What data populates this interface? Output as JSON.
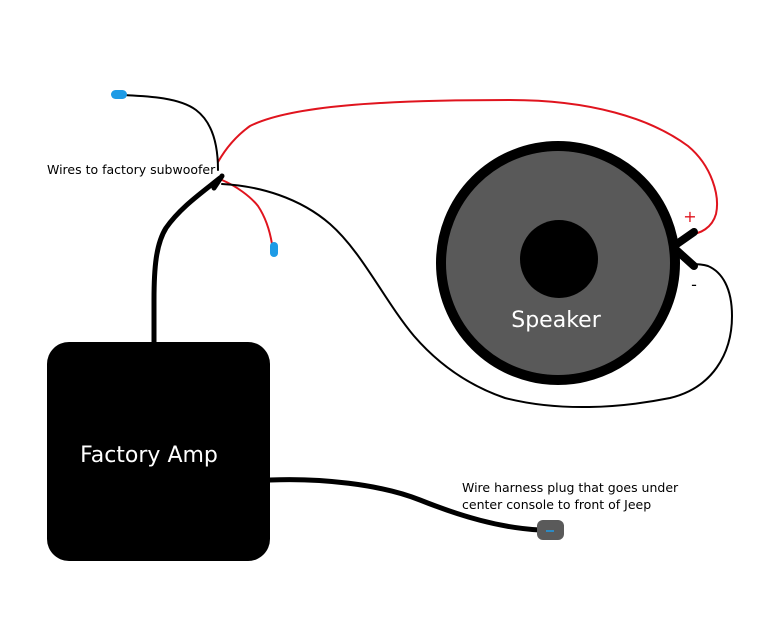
{
  "labels": {
    "wires_to_subwoofer": "Wires to factory subwoofer",
    "speaker": "Speaker",
    "factory_amp": "Factory Amp",
    "harness_line1": "Wire harness plug that goes under",
    "harness_line2": "center console to front of Jeep",
    "plus": "+",
    "minus": "-"
  },
  "colors": {
    "wire_black": "#000000",
    "wire_red": "#e0141e",
    "connector_blue": "#1e9be6",
    "speaker_cone": "#595959",
    "speaker_center": "#000000",
    "amp_fill": "#000000",
    "plug_gray": "#5a5a5a",
    "plus_sign": "#e0141e",
    "label_light": "#ffffff",
    "label_dark": "#000000"
  }
}
